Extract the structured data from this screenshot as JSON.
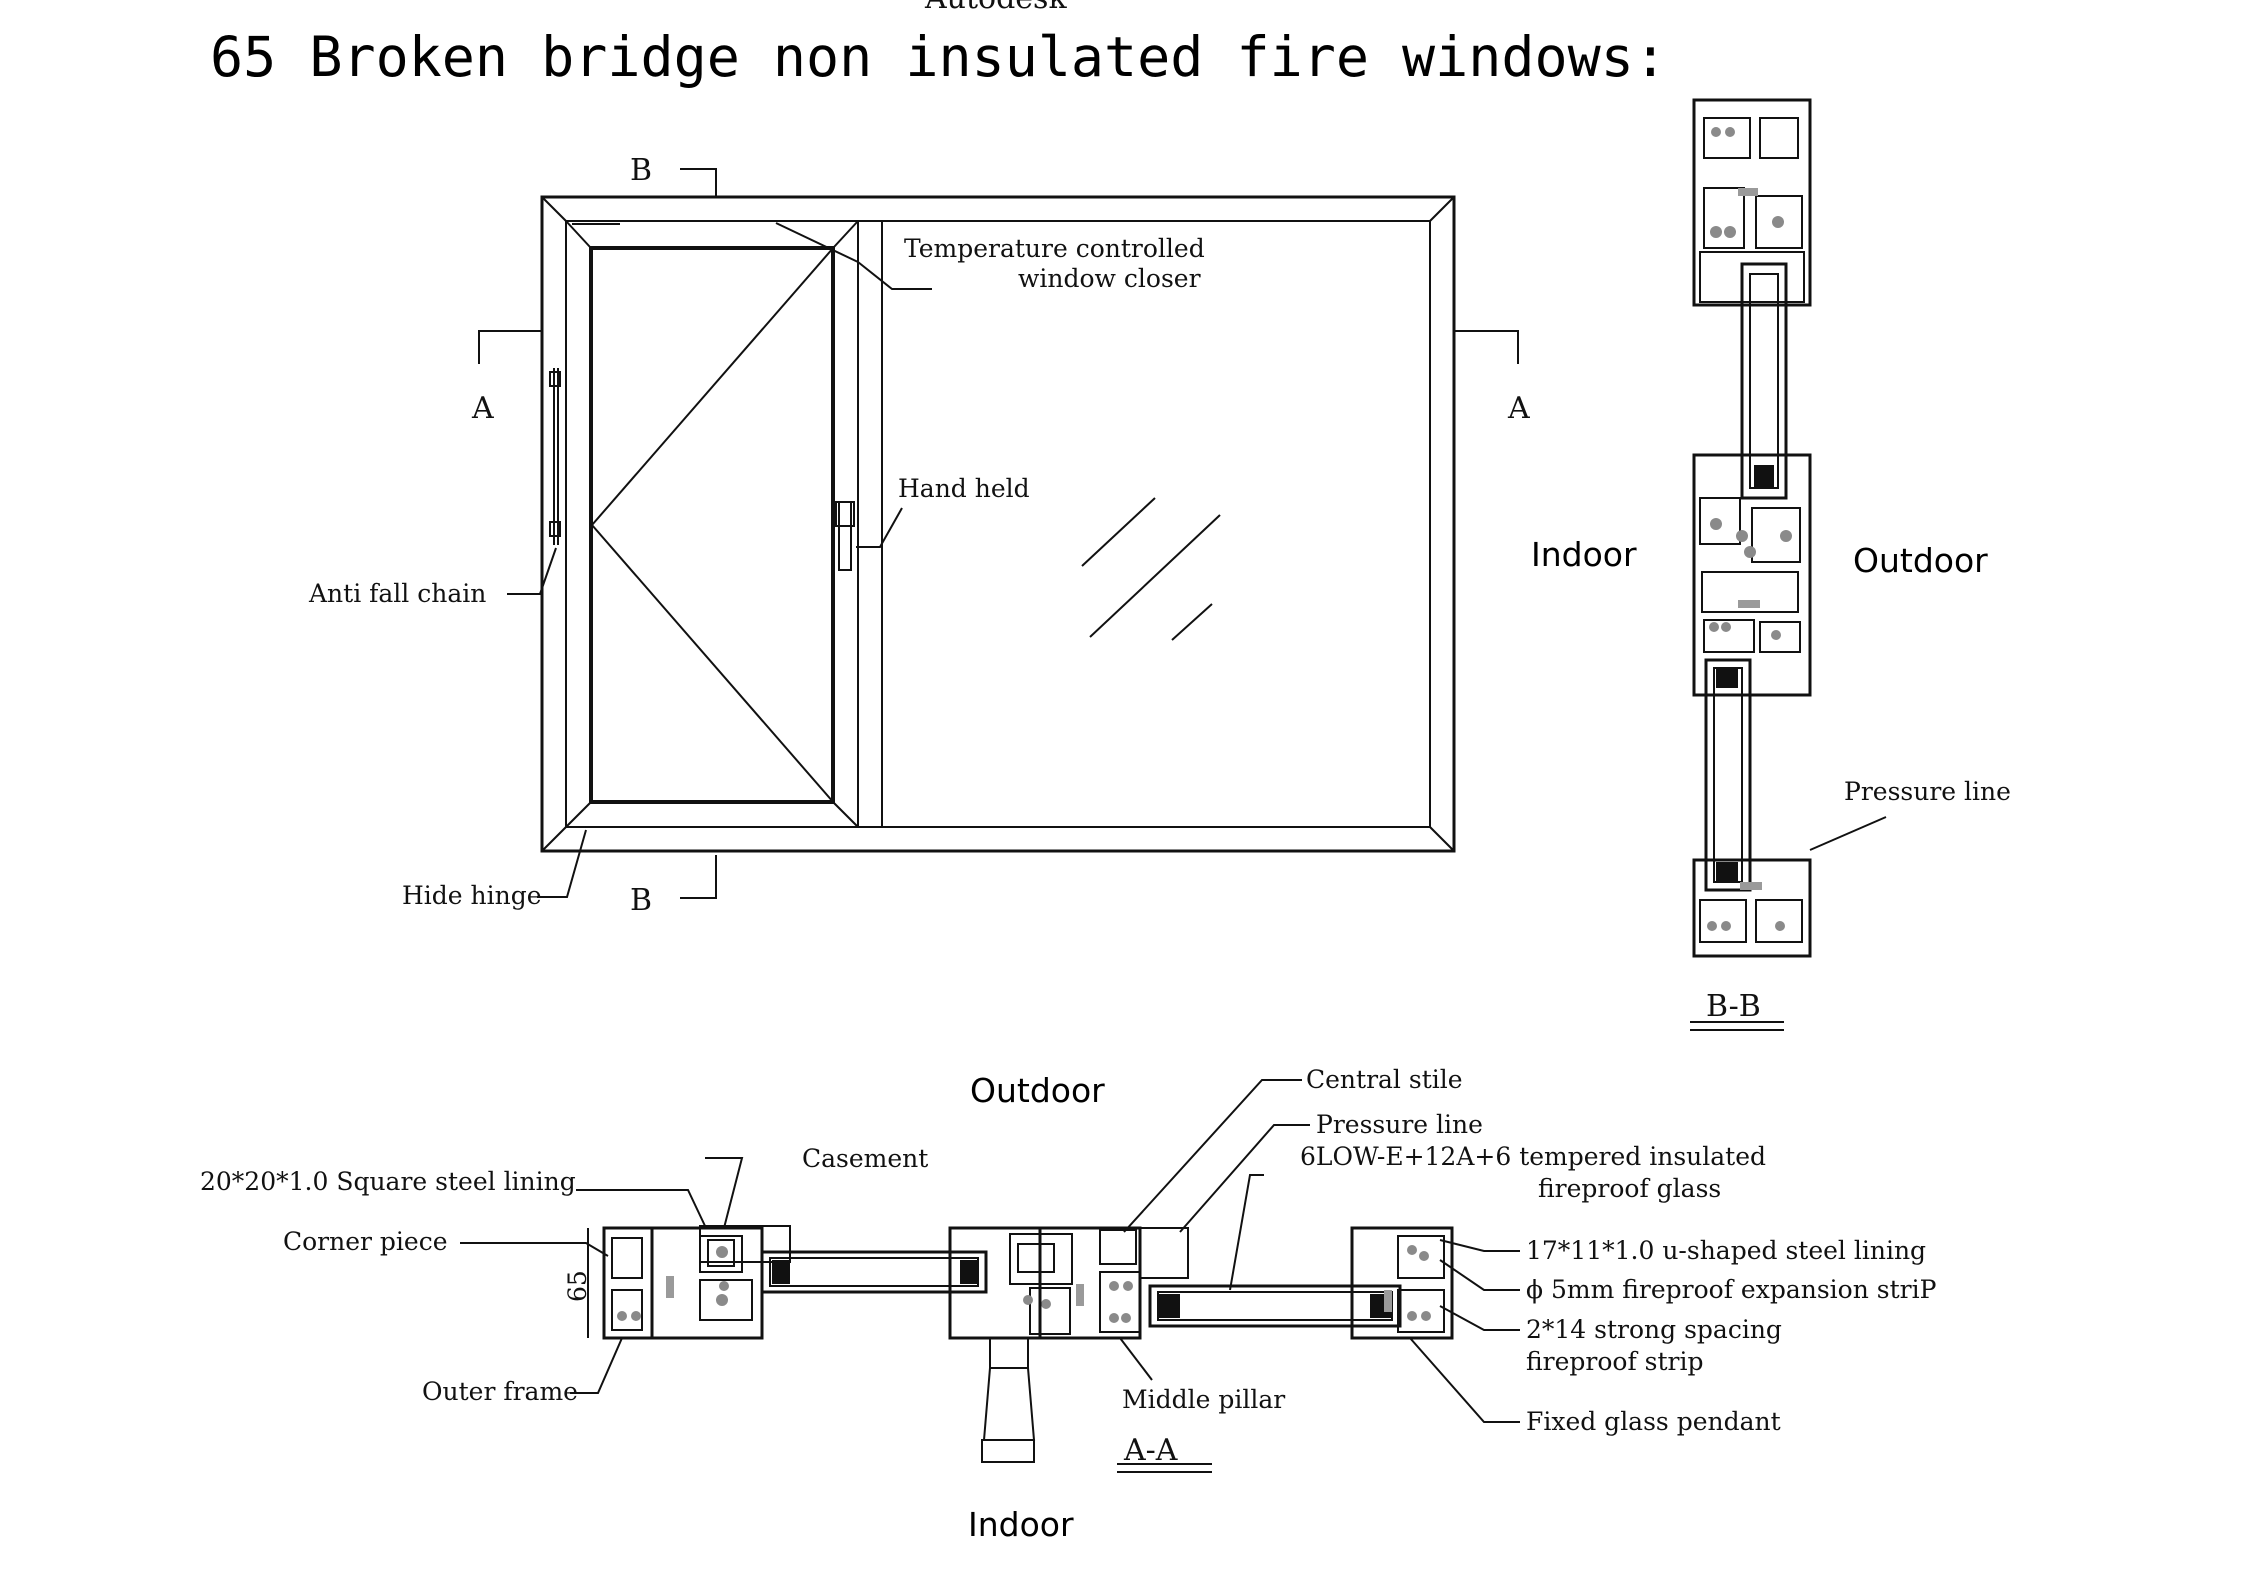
{
  "header_partial": "Autodesk",
  "title": "65 Broken bridge non insulated fire windows:",
  "elevation": {
    "section_marks": {
      "b_top": "B",
      "b_bottom": "B",
      "a_left": "A",
      "a_right": "A"
    },
    "labels": {
      "temperature_closer_line1": "Temperature controlled",
      "temperature_closer_line2": "window closer",
      "hand_held": "Hand held",
      "anti_fall_chain": "Anti fall chain",
      "hide_hinge": "Hide hinge"
    }
  },
  "section_bb": {
    "indoor": "Indoor",
    "outdoor": "Outdoor",
    "pressure_line": "Pressure line",
    "caption": "B-B"
  },
  "section_aa": {
    "outdoor": "Outdoor",
    "indoor": "Indoor",
    "caption": "A-A",
    "dimension": "65",
    "labels": {
      "central_stile": "Central stile",
      "pressure_line": "Pressure line",
      "glass_line1": "6LOW-E+12A+6 tempered insulated",
      "glass_line2": "fireproof glass",
      "casement": "Casement",
      "square_steel_lining": "20*20*1.0 Square steel lining",
      "corner_piece": "Corner piece",
      "u_steel_lining": "17*11*1.0 u-shaped steel lining",
      "expansion_strip": "ϕ 5mm fireproof expansion striP",
      "spacing_strip_line1": "2*14 strong spacing",
      "spacing_strip_line2": "fireproof strip",
      "outer_frame": "Outer frame",
      "middle_pillar": "Middle pillar",
      "fixed_glass_pendant": "Fixed glass pendant"
    }
  }
}
